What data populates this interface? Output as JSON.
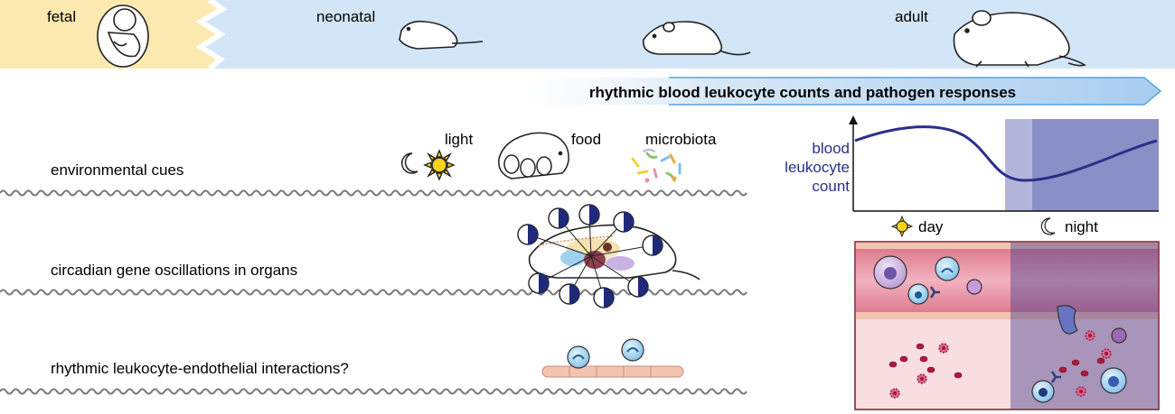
{
  "stages": {
    "fetal": "fetal",
    "neonatal": "neonatal",
    "adult": "adult"
  },
  "banner": {
    "label": "rhythmic blood leukocyte counts and pathogen responses"
  },
  "rows": {
    "environmental": "environmental cues",
    "circadian": "circadian gene oscillations in organs",
    "interactions": "rhythmic leukocyte-endothelial interactions?"
  },
  "cues": {
    "light": "light",
    "food": "food",
    "microbiota": "microbiota"
  },
  "plot": {
    "ylabel_line1": "blood",
    "ylabel_line2": "leukocyte",
    "ylabel_line3": "count",
    "day": "day",
    "night": "night"
  },
  "colors": {
    "fetal_band": "#fbe9b0",
    "stage_band": "#d3e6f7",
    "night_shade": "#8a90c6",
    "curve": "#2b2f8a",
    "vessel": "#e58d9f",
    "tissue": "#f8dde1",
    "cell_blue": "#9fd0f0",
    "clock_dark": "#1f2a7a"
  }
}
